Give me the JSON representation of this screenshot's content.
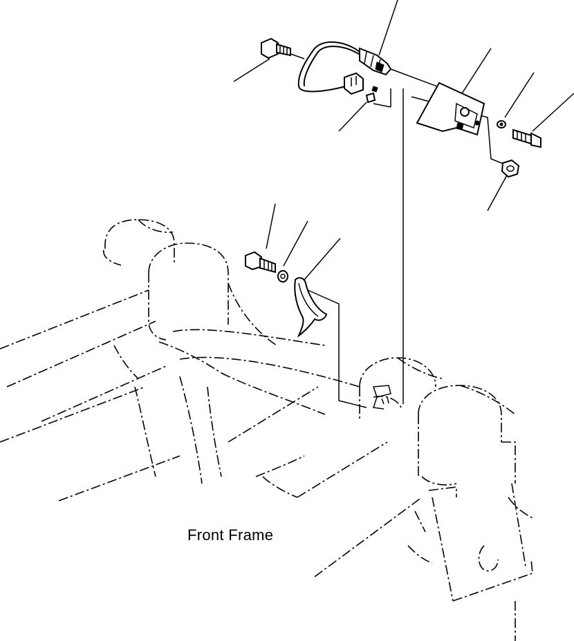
{
  "diagram": {
    "caption": "Front Frame",
    "line_color": "#000000",
    "background_color": "#ffffff",
    "parts": [
      {
        "name": "switch-assembly"
      },
      {
        "name": "bracket"
      },
      {
        "name": "bolt"
      },
      {
        "name": "washer"
      },
      {
        "name": "nut"
      },
      {
        "name": "clip"
      },
      {
        "name": "cam-plate"
      },
      {
        "name": "front-frame"
      }
    ]
  }
}
